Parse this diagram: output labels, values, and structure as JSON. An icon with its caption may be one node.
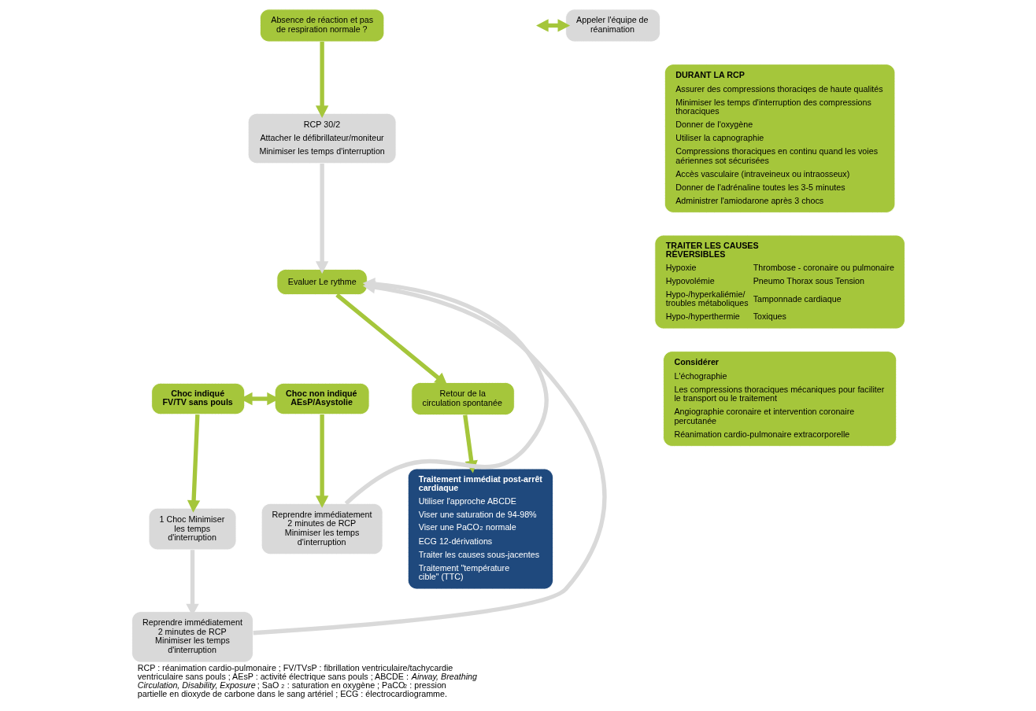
{
  "diagram": {
    "caption": "RCP : réanimation cardio-pulmonaire ; FV/TVsP : fibrillation ventriculaire/tachycardie ventriculaire sans pouls ; AEsP : activité électrique sans pouls ; ABCDE : *Airway, Breathing Circulation, Disability, Exposure* ; SaO$_{2}$ : saturation en oxygène ; PaCO$_{2}$ : pression partielle en dioxyde de carbone dans le sang artériel ; ECG : électrocardiogramme.",
    "nodes": [
      {
        "text": [
          "Absence de réaction et pas de respiration normale ?"
        ]
      },
      {
        "text": [
          "Appeler l'équipe de réanimation"
        ]
      },
      {
        "text": [
          "RCP 30/2",
          "Attacher le défibrillateur/moniteur",
          "Minimiser les temps d'interruption"
        ]
      },
      {
        "text": [
          "Evaluer Le rythme"
        ]
      },
      {
        "text": [
          "Choc indiqué FV/TV sans pouls"
        ]
      },
      {
        "text": [
          "Choc non indiqué AEsP/Asystolie"
        ]
      },
      {
        "text": [
          "1 Choc Minimiser les temps d'interruption"
        ]
      },
      {
        "text": [
          "Retour de la circulation spontanée"
        ]
      },
      {
        "text": [
          "Reprendre immédiatement 2 minutes de RCP Minimiser les temps d'interruption"
        ]
      },
      {
        "text": [
          "Traitement immédiat post-arrêt cardiaque",
          "Utiliser l'approche ABCDE",
          "Viser une saturation de 94-98%",
          "Viser une PaCO$_{2}$ normale",
          "ECG 12-dérivations",
          "Traiter les causes sous-jacentes",
          "Traitement \"température cible\" (TTC)"
        ]
      },
      {
        "text": [
          "Reprendre immédiatement 2 minutes de RCP Minimiser les temps d'interruption"
        ]
      },
      {
        "text": [
          "DURANT LA RCP",
          "Assurer des compressions thoraciqes de haute qualités",
          "Minimiser les temps d'interruption des compressions thoraciques",
          "Donner de l'oxygène",
          "Utiliser la capnographie",
          "Compressions thoraciques en continu quand les voies aériennes sot sécurisées",
          "Accès vasculaire (intraveineux ou intraosseux)",
          "Donner de l'adrénaline toutes les 3-5 minutes",
          "Administrer l'amiodarone après 3 chocs"
        ]
      },
      {
        "text": [
          "TRAITER LES CAUSES RÉVERSIBLES",
          "Hypoxie",
          "Thrombose - coronaire ou pulmonaire",
          "Hypovolémie",
          "Pneumo Thorax sous Tension",
          "Hypo-/hyperkaliémie/ troubles métaboliques",
          "Tamponnade cardiaque",
          "Hypo-/hyperthermie",
          "Toxiques"
        ]
      },
      {
        "text": [
          "Considérer",
          "L'échographie",
          "Les compressions thoraciques mécaniques pour faciliter le transport ou le traitement",
          "Angiographie coronaire et intervention coronaire percutanée",
          "Réanimation cardio-pulmonaire extracorporelle"
        ]
      }
    ],
    "edges": [
      {
        "from": 0,
        "to": 2,
        "arrow": "to"
      },
      {
        "from": null,
        "to": 1,
        "arrow": "both"
      },
      {
        "from": 2,
        "to": 3,
        "arrow": "to",
        "color": "#d9d9d9"
      },
      {
        "from": 3,
        "to": 7,
        "arrow": "to"
      },
      {
        "from": 4,
        "to": 5,
        "arrow": "both"
      },
      {
        "from": 4,
        "to": 6,
        "arrow": "to"
      },
      {
        "from": 6,
        "to": 8,
        "arrow": "to",
        "color": "#d9d9d9"
      },
      {
        "from": 8,
        "to": 3,
        "arrow": "to",
        "color": "#d9d9d9"
      },
      {
        "from": 5,
        "to": 10,
        "arrow": "to"
      },
      {
        "from": 10,
        "to": 3,
        "arrow": "to",
        "color": "#d9d9d9"
      },
      {
        "from": 7,
        "to": 9,
        "arrow": "to"
      }
    ]
  }
}
